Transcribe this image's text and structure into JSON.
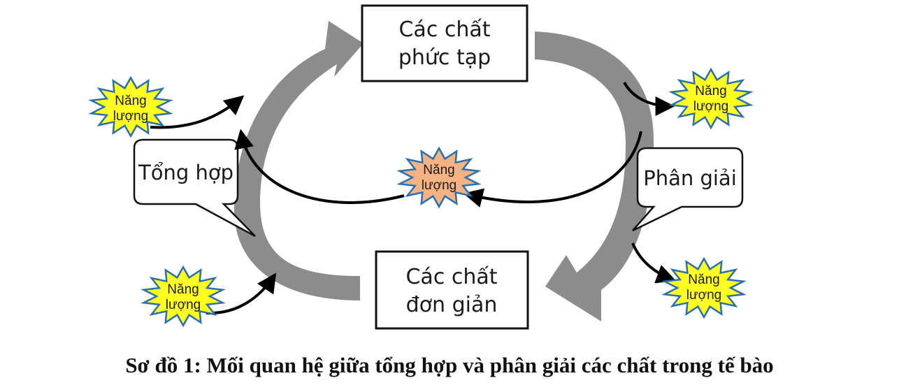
{
  "boxes": {
    "complex": {
      "line1": "Các chất",
      "line2": "phức tạp"
    },
    "simple": {
      "line1": "Các chất",
      "line2": "đơn giản"
    }
  },
  "callouts": {
    "synthesis": "Tổng hợp",
    "breakdown": "Phân giải"
  },
  "energy": {
    "line1": "Năng",
    "line2": "lượng"
  },
  "colors": {
    "cycle_arrow": "#8c8c8c",
    "burst_yellow": "#ffff22",
    "burst_orange": "#f5b283",
    "burst_outline": "#2a6fb0"
  },
  "caption": "Sơ đồ 1: Mối quan hệ giữa tổng hợp và phân giải các chất trong tế bào"
}
